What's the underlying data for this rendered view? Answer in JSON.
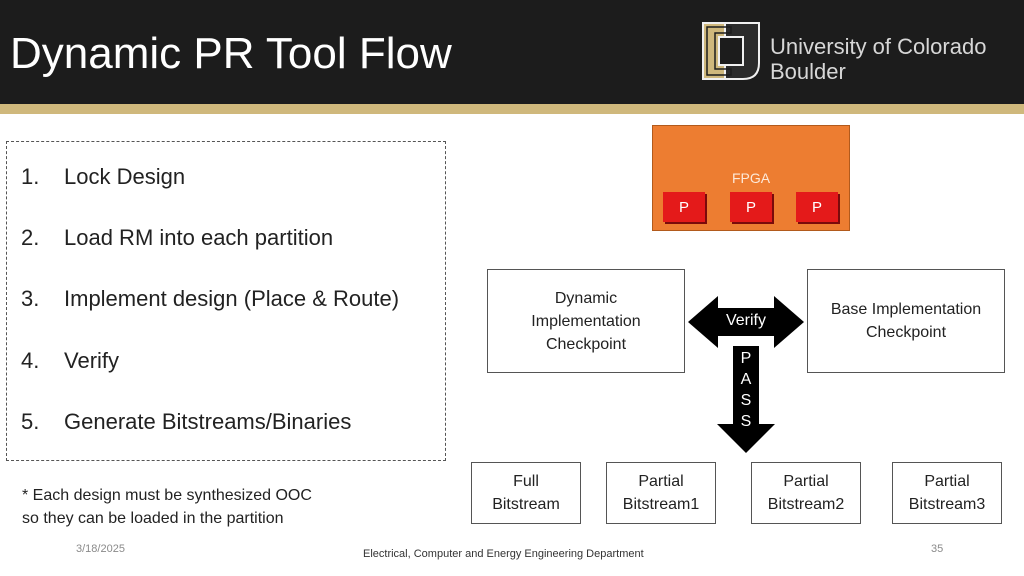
{
  "header": {
    "title": "Dynamic PR Tool Flow",
    "logo_line1": "University of Colorado",
    "logo_line2": "Boulder"
  },
  "steps": [
    {
      "num": "1.",
      "text": "Lock Design"
    },
    {
      "num": "2.",
      "text": "Load RM into each partition"
    },
    {
      "num": "3.",
      "text": "Implement design (Place & Route)"
    },
    {
      "num": "4.",
      "text": "Verify"
    },
    {
      "num": "5.",
      "text": "Generate Bitstreams/Binaries"
    }
  ],
  "footnote": {
    "line1": "* Each design must be synthesized OOC",
    "line2": "so they can be loaded in the partition"
  },
  "fpga": {
    "label": "FPGA",
    "partitions": [
      "P",
      "P",
      "P"
    ]
  },
  "dynamic_checkpoint": [
    "Dynamic",
    "Implementation",
    "Checkpoint"
  ],
  "base_checkpoint": [
    "Base Implementation",
    "Checkpoint"
  ],
  "verify_label": "Verify",
  "pass_letters": [
    "P",
    "A",
    "S",
    "S"
  ],
  "bitstreams": [
    [
      "Full",
      "Bitstream"
    ],
    [
      "Partial",
      "Bitstream1"
    ],
    [
      "Partial",
      "Bitstream2"
    ],
    [
      "Partial",
      "Bitstream3"
    ]
  ],
  "footer": {
    "date": "3/18/2025",
    "department": "Electrical, Computer and Energy Engineering Department",
    "page": "35"
  },
  "colors": {
    "header_bg": "#1c1c1c",
    "gold": "#cfb87c",
    "fpga_orange": "#ed7d31",
    "partition_red": "#e41a1a",
    "arrow_black": "#000000"
  }
}
